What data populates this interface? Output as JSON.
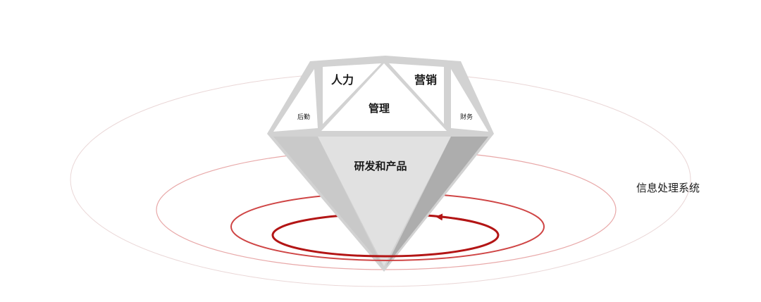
{
  "diagram": {
    "labels": {
      "hr": "人力",
      "marketing": "营销",
      "management": "管理",
      "logistics": "后勤",
      "finance": "财务",
      "rd_product": "研发和产品",
      "info_system": "信息处理系统"
    },
    "colors": {
      "diamond_outline": "#d2d2d2",
      "facet_light": "#e1e1e1",
      "facet_mid": "#cdcdcd",
      "facet_dark": "#b4b4b4",
      "ring_faint": "#e9d3d3",
      "ring_light": "#e8a8a8",
      "ring_mid": "#cf4545",
      "ring_dark": "#b31515"
    }
  }
}
